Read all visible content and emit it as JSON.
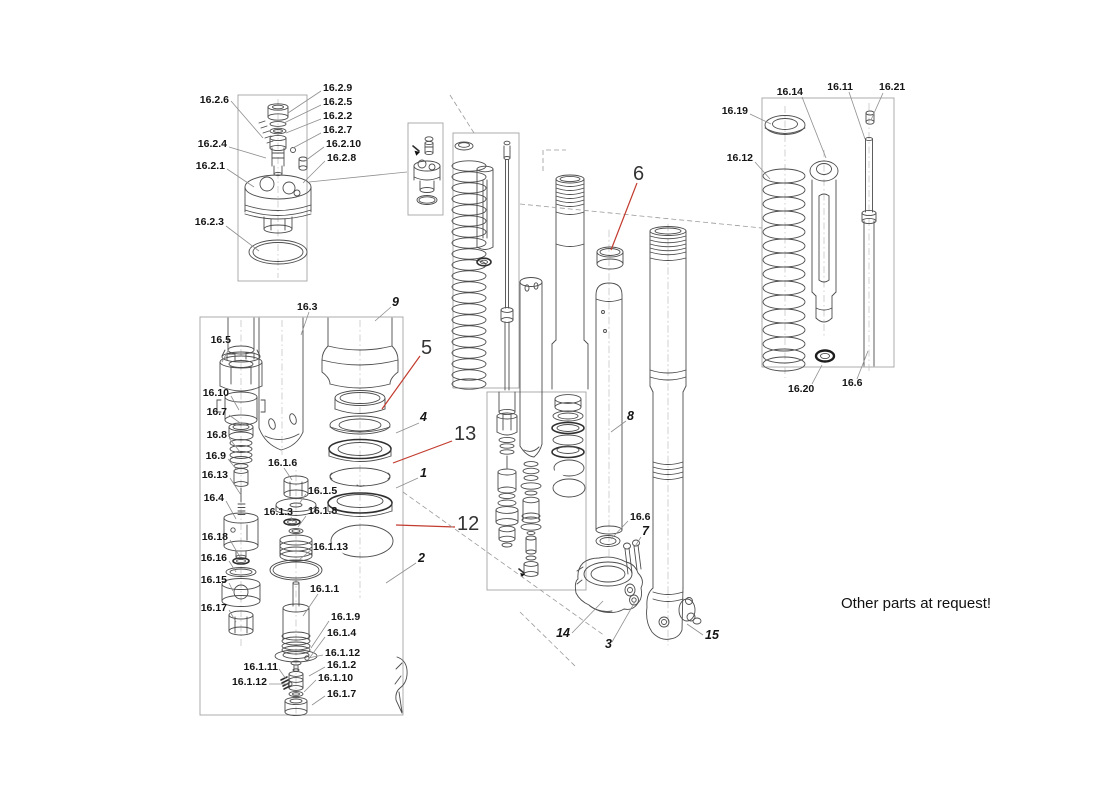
{
  "note": {
    "text": "Other parts at request!"
  },
  "colors": {
    "background": "#ffffff",
    "line_art": "#4d4d4d",
    "label_text": "#151515",
    "red_leader": "#c23b2e",
    "detail_box": "#a3a3a3"
  },
  "labels": {
    "cap": [
      {
        "text": "16.2.6"
      },
      {
        "text": "16.2.9"
      },
      {
        "text": "16.2.5"
      },
      {
        "text": "16.2.2"
      },
      {
        "text": "16.2.7"
      },
      {
        "text": "16.2.10"
      },
      {
        "text": "16.2.8"
      },
      {
        "text": "16.2.4"
      },
      {
        "text": "16.2.1"
      },
      {
        "text": "16.2.3"
      }
    ],
    "leg_left": [
      {
        "text": "16.5"
      },
      {
        "text": "16.10"
      },
      {
        "text": "16.7"
      },
      {
        "text": "16.8"
      },
      {
        "text": "16.9"
      },
      {
        "text": "16.13"
      },
      {
        "text": "16.4"
      },
      {
        "text": "16.18"
      },
      {
        "text": "16.16"
      },
      {
        "text": "16.15"
      },
      {
        "text": "16.17"
      }
    ],
    "tubes": [
      {
        "text": "16.3"
      },
      {
        "text": "9"
      }
    ],
    "rebound": [
      {
        "text": "16.1.6"
      },
      {
        "text": "16.1.5"
      },
      {
        "text": "16.1.3"
      },
      {
        "text": "16.1.8"
      },
      {
        "text": "16.1.13"
      },
      {
        "text": "16.1.1"
      },
      {
        "text": "16.1.9"
      },
      {
        "text": "16.1.4"
      },
      {
        "text": "16.1.12"
      },
      {
        "text": "16.1.2"
      },
      {
        "text": "16.1.11"
      },
      {
        "text": "16.1.12"
      },
      {
        "text": "16.1.10"
      },
      {
        "text": "16.1.7"
      }
    ],
    "seals": [
      {
        "text": "5",
        "highlight": true
      },
      {
        "text": "4",
        "highlight": false
      },
      {
        "text": "13",
        "highlight": true
      },
      {
        "text": "1",
        "highlight": false
      },
      {
        "text": "12",
        "highlight": true
      },
      {
        "text": "2",
        "highlight": false
      }
    ],
    "main": [
      {
        "text": "6",
        "highlight": true
      },
      {
        "text": "8"
      },
      {
        "text": "16.6"
      },
      {
        "text": "7"
      },
      {
        "text": "14"
      },
      {
        "text": "3"
      },
      {
        "text": "15"
      }
    ],
    "right": [
      {
        "text": "16.19"
      },
      {
        "text": "16.14"
      },
      {
        "text": "16.11"
      },
      {
        "text": "16.21"
      },
      {
        "text": "16.12"
      },
      {
        "text": "16.20"
      },
      {
        "text": "16.6"
      }
    ]
  }
}
